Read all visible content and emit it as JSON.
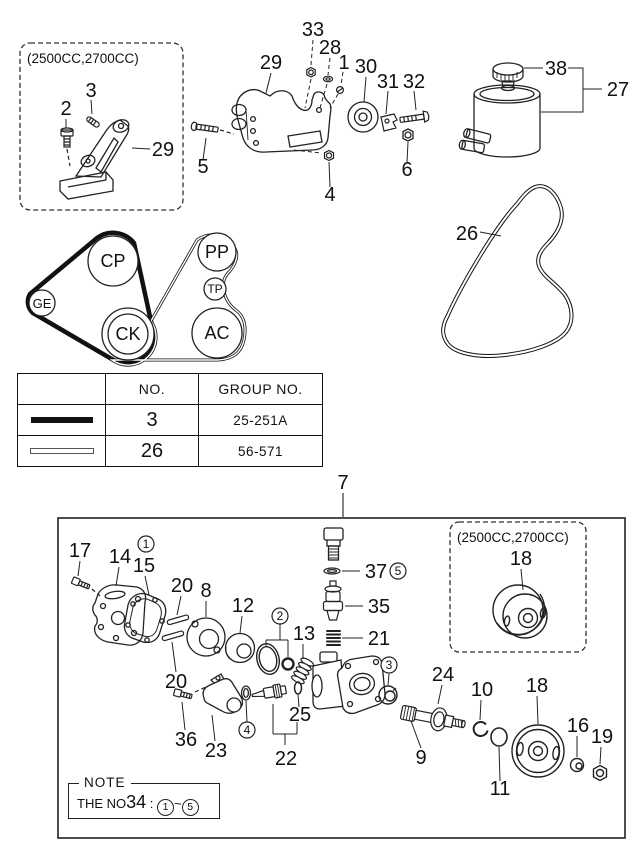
{
  "variant_label": "(2500CC,2700CC)",
  "callout_labels": {
    "n1": "1",
    "n2": "2",
    "n3": "3",
    "n4": "4",
    "n5": "5",
    "n6": "6",
    "n7": "7",
    "n8": "8",
    "n9": "9",
    "n10": "10",
    "n11": "11",
    "n12": "12",
    "n13": "13",
    "n14": "14",
    "n15": "15",
    "n16": "16",
    "n17": "17",
    "n18": "18",
    "n19": "19",
    "n20": "20",
    "n21": "21",
    "n22": "22",
    "n23": "23",
    "n24": "24",
    "n25": "25",
    "n26": "26",
    "n27": "27",
    "n28": "28",
    "n29": "29",
    "n30": "30",
    "n31": "31",
    "n32": "32",
    "n33": "33",
    "n35": "35",
    "n36": "36",
    "n37": "37",
    "n38": "38"
  },
  "belt_diagram": {
    "pulleys": {
      "cp": "CP",
      "ge": "GE",
      "ck": "CK",
      "pp": "PP",
      "tp": "TP",
      "ac": "AC"
    }
  },
  "table": {
    "col_no": "NO.",
    "col_group": "GROUP NO.",
    "rows": [
      {
        "no": "3",
        "group": "25-251A",
        "swatch": "thick-belt-line"
      },
      {
        "no": "26",
        "group": "56-571",
        "swatch": "thin-belt-line"
      }
    ]
  },
  "note": {
    "title": "NOTE",
    "prefix": "THE NO",
    "number": "34",
    "colon": ":",
    "range_from": "1",
    "tilde": "~",
    "range_to": "5"
  }
}
